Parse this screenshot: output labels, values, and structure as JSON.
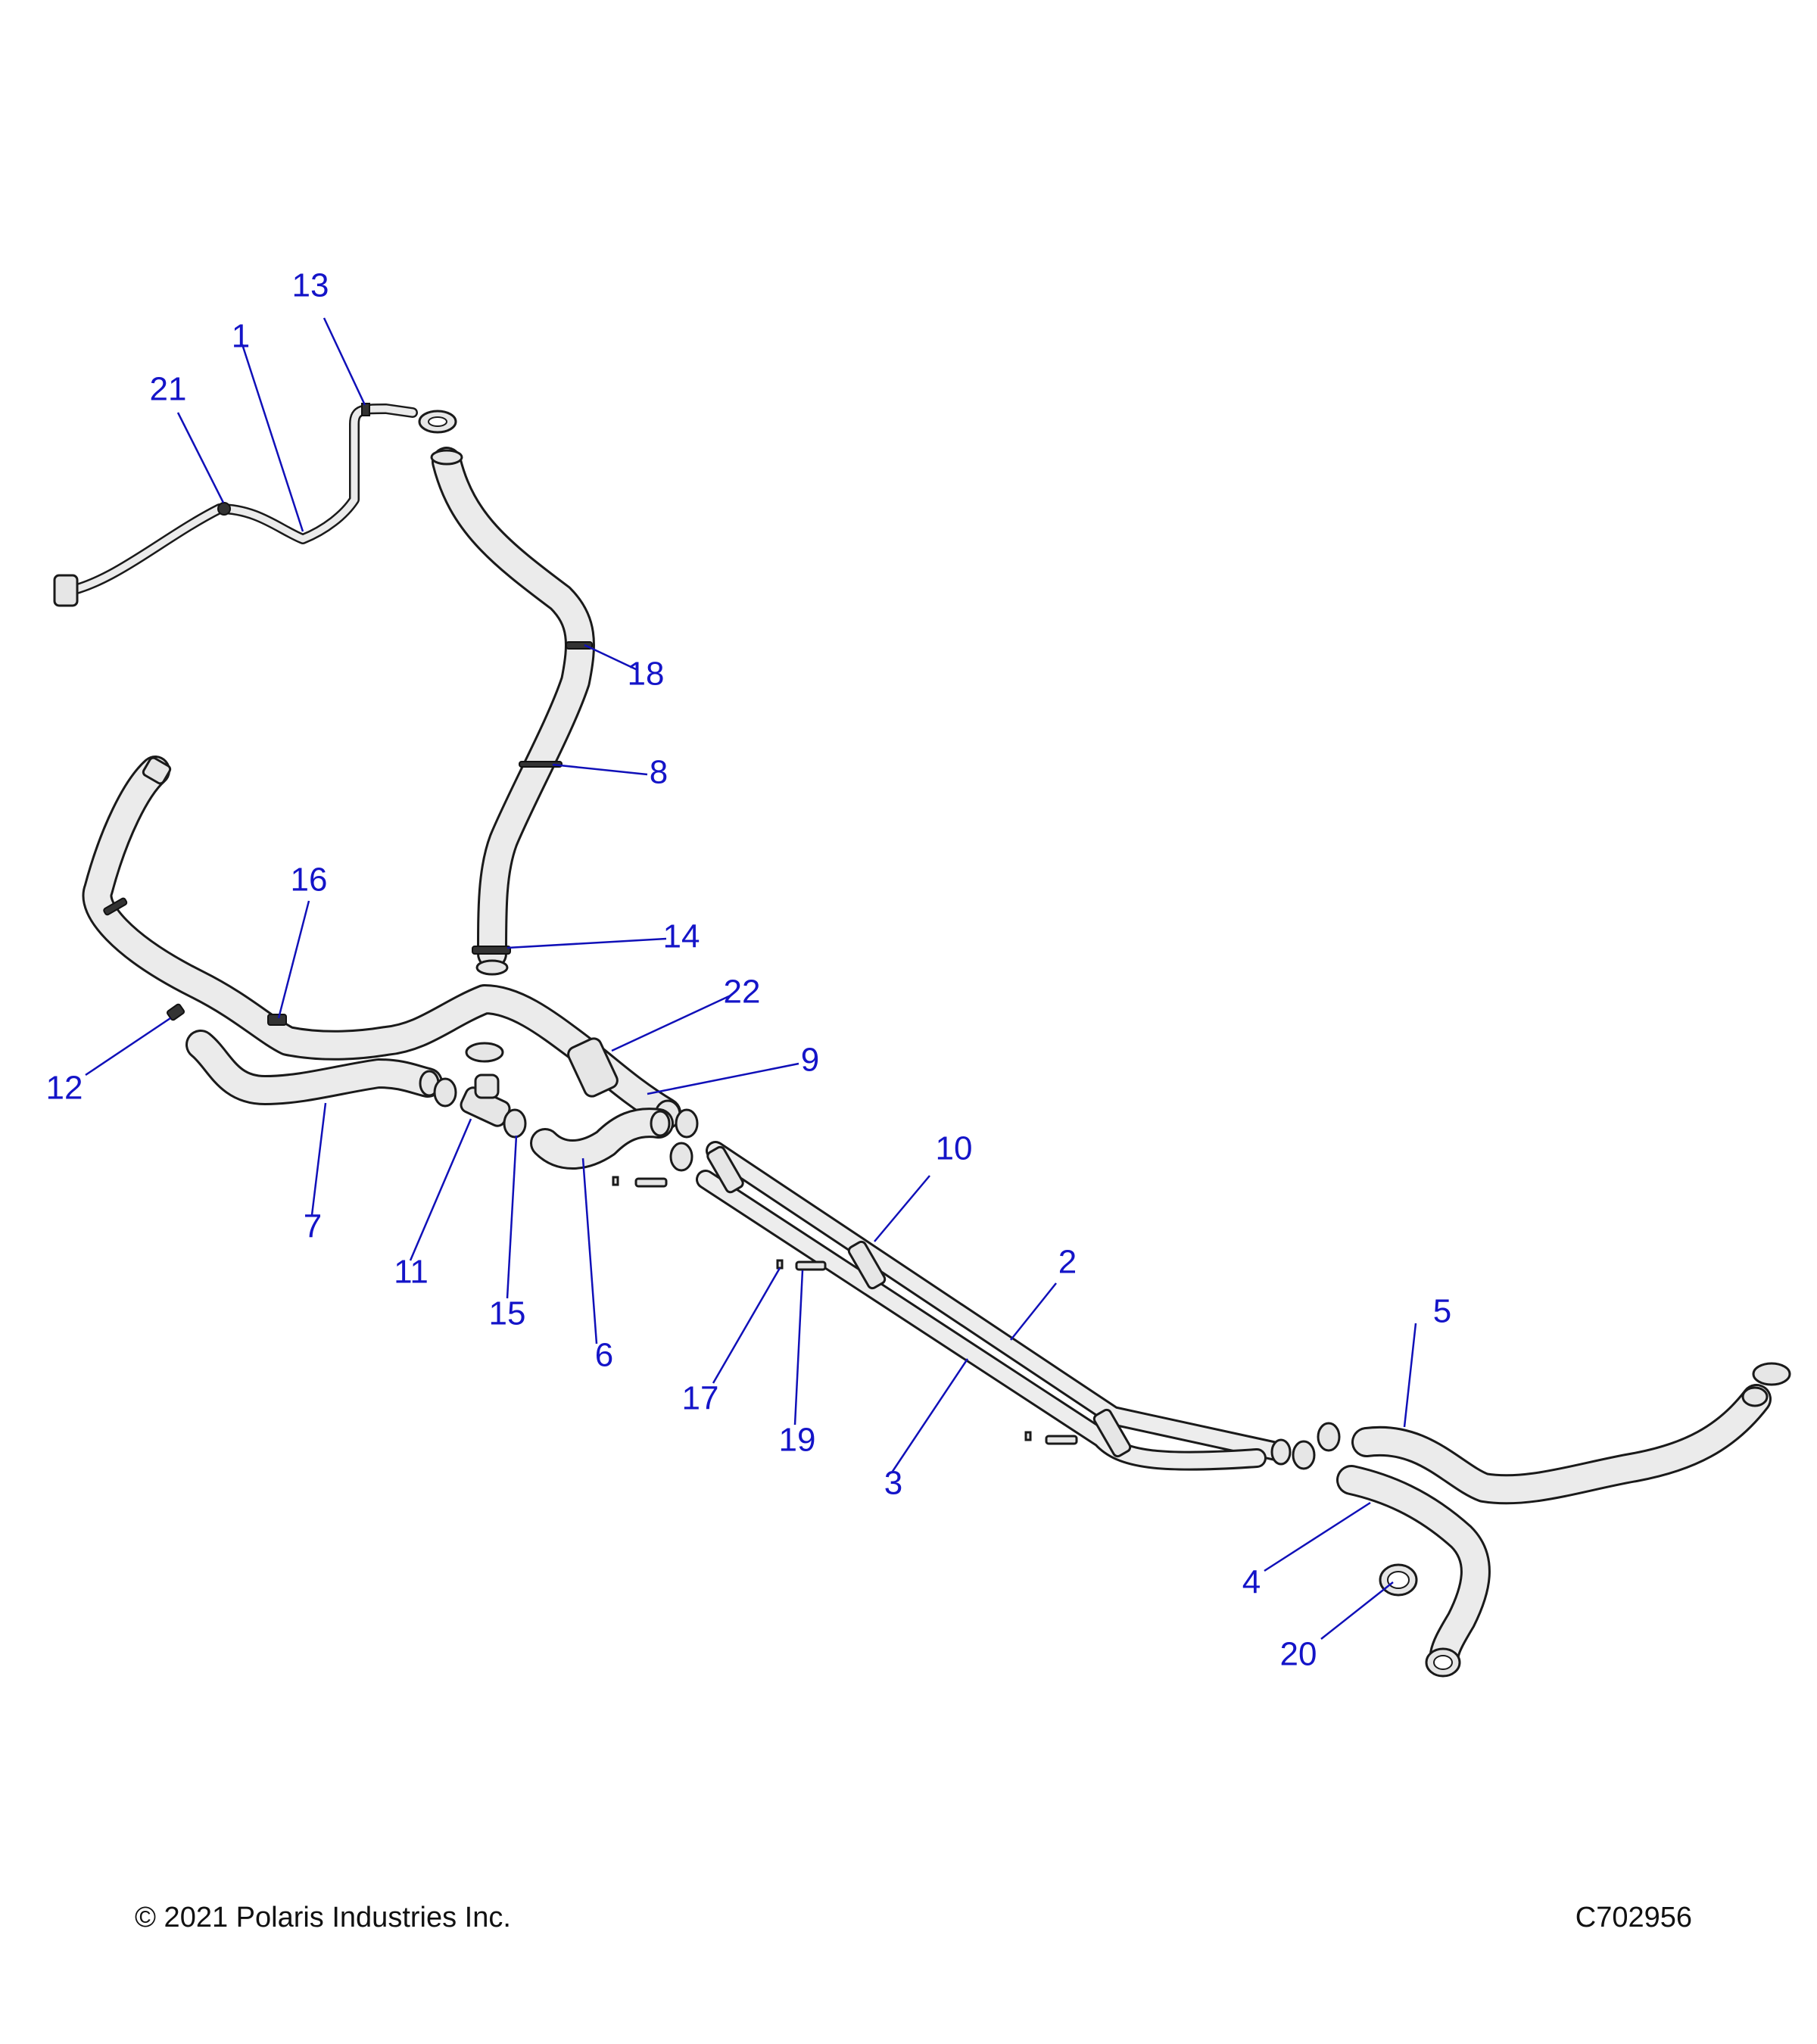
{
  "callouts": [
    {
      "id": "1",
      "label": "1"
    },
    {
      "id": "2",
      "label": "2"
    },
    {
      "id": "3",
      "label": "3"
    },
    {
      "id": "4",
      "label": "4"
    },
    {
      "id": "5",
      "label": "5"
    },
    {
      "id": "6",
      "label": "6"
    },
    {
      "id": "7",
      "label": "7"
    },
    {
      "id": "8",
      "label": "8"
    },
    {
      "id": "9",
      "label": "9"
    },
    {
      "id": "10",
      "label": "10"
    },
    {
      "id": "11",
      "label": "11"
    },
    {
      "id": "12",
      "label": "12"
    },
    {
      "id": "13",
      "label": "13"
    },
    {
      "id": "14",
      "label": "14"
    },
    {
      "id": "15",
      "label": "15"
    },
    {
      "id": "16",
      "label": "16"
    },
    {
      "id": "17",
      "label": "17"
    },
    {
      "id": "18",
      "label": "18"
    },
    {
      "id": "19",
      "label": "19"
    },
    {
      "id": "20",
      "label": "20"
    },
    {
      "id": "21",
      "label": "21"
    },
    {
      "id": "22",
      "label": "22"
    }
  ],
  "footer": {
    "copyright": "© 2021 Polaris Industries Inc.",
    "drawing_number": "C702956"
  },
  "colors": {
    "callout": "#1414c8",
    "leader": "#1010b8",
    "hose_fill": "#ebebeb",
    "outline": "#1a1a1a"
  }
}
